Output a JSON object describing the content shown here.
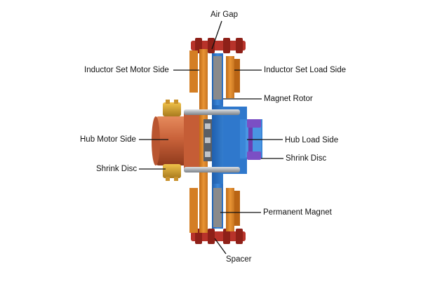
{
  "labels": {
    "air_gap": "Air Gap",
    "inductor_set_motor_side": "Inductor Set Motor Side",
    "inductor_set_load_side": "Inductor Set Load Side",
    "magnet_rotor": "Magnet Rotor",
    "hub_motor_side": "Hub Motor Side",
    "hub_load_side": "Hub Load Side",
    "shrink_disc_left": "Shrink Disc",
    "shrink_disc_right": "Shrink Disc",
    "permanent_magnet": "Permanent Magnet",
    "spacer": "Spacer"
  },
  "colors": {
    "inductor_orange": "#e08a2a",
    "spacer_red": "#b8332a",
    "magnet_rotor_blue": "#3a86d8",
    "hub_motor_copper": "#c9623a",
    "shrink_disc_gold": "#d9a53a",
    "shrink_disc_purple": "#7b4fc4",
    "permanent_magnet_gray": "#8a8a8a",
    "bolt_steel": "#b8bcc2"
  }
}
